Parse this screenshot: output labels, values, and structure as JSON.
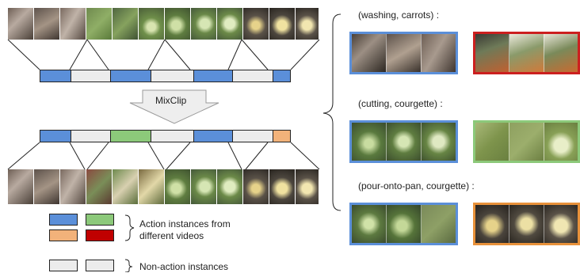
{
  "arrow_label": "MixClip",
  "pairs": [
    {
      "label": "(washing, carrots) :",
      "colors": [
        "#5b8fd9",
        "#cc1f1f"
      ]
    },
    {
      "label": "(cutting, courgette) :",
      "colors": [
        "#5b8fd9",
        "#8cc97a"
      ]
    },
    {
      "label": "(pour-onto-pan, courgette) :",
      "colors": [
        "#5b8fd9",
        "#e8913a"
      ]
    }
  ],
  "legend": {
    "action_text": "Action instances from different videos",
    "nonaction_text": "Non-action instances"
  },
  "colors": {
    "blue": "#5b8fd9",
    "green": "#8cc97a",
    "orange": "#f2b27a",
    "red": "#c00000",
    "gray": "#ececec"
  }
}
